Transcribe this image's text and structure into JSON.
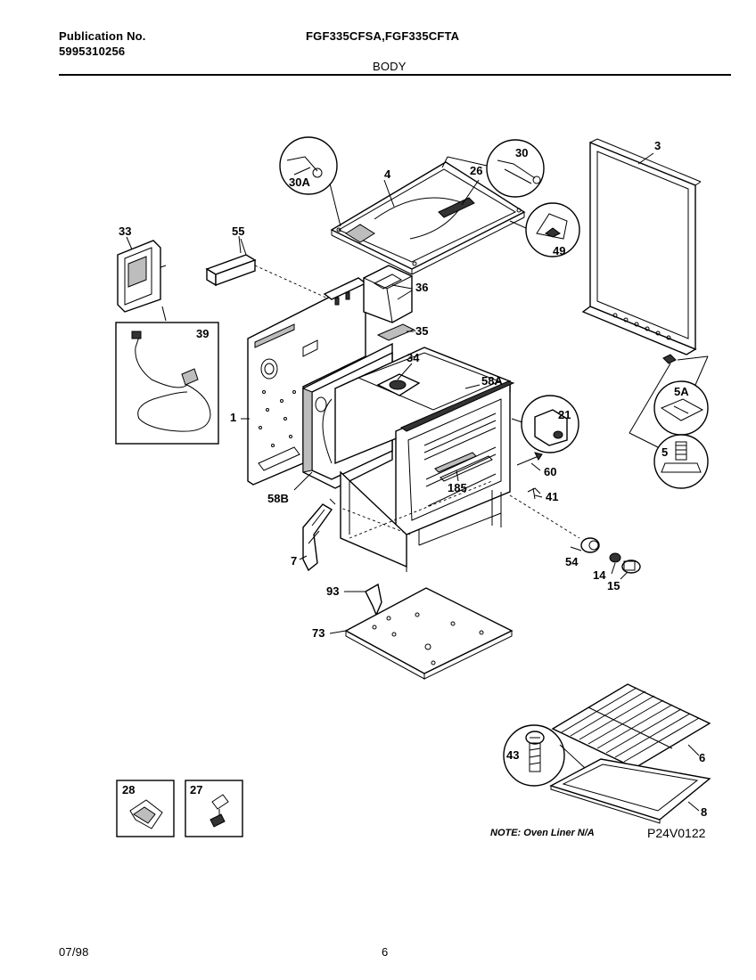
{
  "header": {
    "publication_label": "Publication No.",
    "publication_number": "5995310256",
    "models": "FGF335CFSA,FGF335CFTA",
    "section": "BODY"
  },
  "footer": {
    "date": "07/98",
    "page": "6"
  },
  "diagram": {
    "note": "NOTE: Oven Liner N/A",
    "drawing_code": "P24V0122",
    "part_labels": {
      "p1": "1",
      "p3": "3",
      "p4": "4",
      "p5": "5",
      "p5a": "5A",
      "p6": "6",
      "p7": "7",
      "p8": "8",
      "p14": "14",
      "p15": "15",
      "p18s": "185",
      "p21": "21",
      "p26": "26",
      "p27": "27",
      "p28": "28",
      "p30": "30",
      "p30a": "30A",
      "p33": "33",
      "p34": "34",
      "p35": "35",
      "p36": "36",
      "p39": "39",
      "p41": "41",
      "p43": "43",
      "p49": "49",
      "p54": "54",
      "p55": "55",
      "p58a": "58A",
      "p58b": "58B",
      "p60": "60",
      "p73": "73",
      "p93": "93"
    }
  }
}
